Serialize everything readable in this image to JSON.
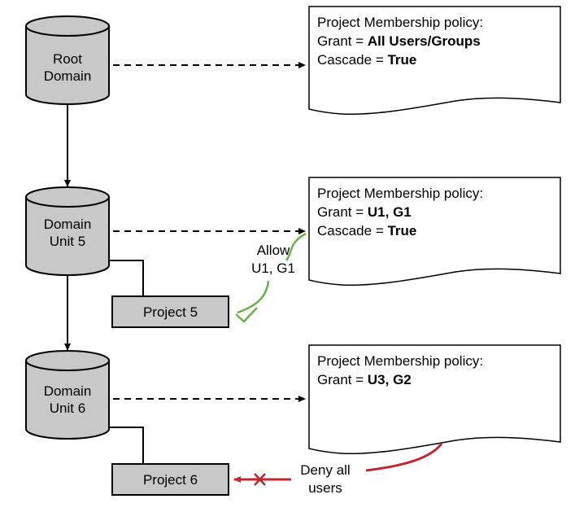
{
  "nodes": {
    "root": {
      "line1": "Root",
      "line2": "Domain"
    },
    "du5": {
      "line1": "Domain",
      "line2": "Unit 5"
    },
    "du6": {
      "line1": "Domain",
      "line2": "Unit 6"
    }
  },
  "projects": {
    "p5": "Project 5",
    "p6": "Project 6"
  },
  "policies": {
    "root": {
      "title": "Project Membership policy:",
      "grant_label": "Grant = ",
      "grant_value": "All Users/Groups",
      "cascade_label": "Cascade = ",
      "cascade_value": "True"
    },
    "du5": {
      "title": "Project Membership policy:",
      "grant_label": "Grant = ",
      "grant_value": "U1, G1",
      "cascade_label": "Cascade = ",
      "cascade_value": "True"
    },
    "du6": {
      "title": "Project Membership policy:",
      "grant_label": "Grant = ",
      "grant_value": "U3, G2"
    }
  },
  "annotations": {
    "allow": {
      "line1": "Allow",
      "line2": "U1, G1",
      "color": "#6ab04c"
    },
    "deny": {
      "line1": "Deny all",
      "line2": "users",
      "color": "#c0282d"
    }
  },
  "colors": {
    "node_fill": "#c8c8c8",
    "stroke": "#000000"
  }
}
